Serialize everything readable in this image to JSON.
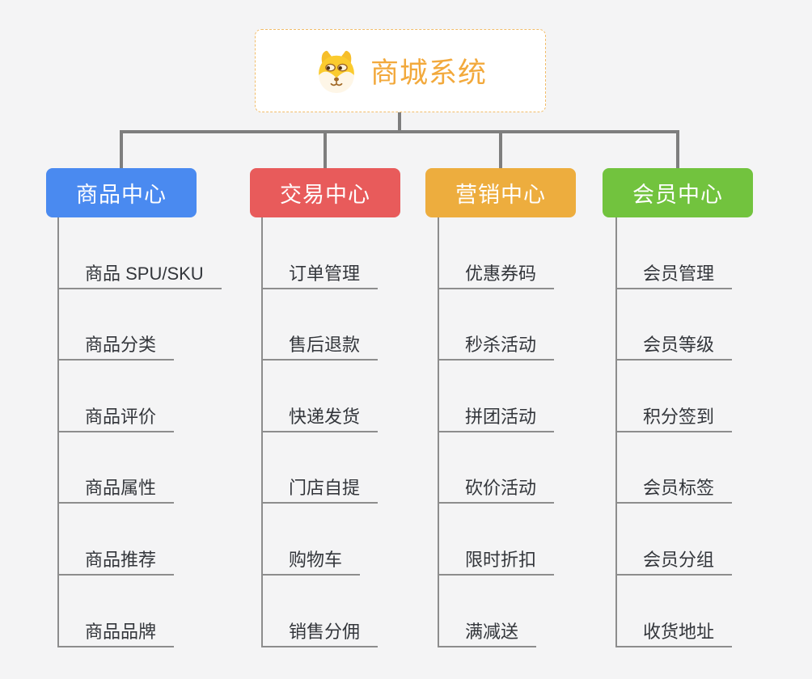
{
  "page": {
    "background_color": "#f4f4f5",
    "connector_color": "#7e7e7e",
    "leaf_line_color": "#8d8d8d"
  },
  "root": {
    "title": "商城系统",
    "icon": "dog-face-icon",
    "text_color": "#f2a93c",
    "border_color": "#f2bd6a"
  },
  "branches": [
    {
      "label": "商品中心",
      "color": "#4a8af0",
      "items": [
        "商品 SPU/SKU",
        "商品分类",
        "商品评价",
        "商品属性",
        "商品推荐",
        "商品品牌"
      ]
    },
    {
      "label": "交易中心",
      "color": "#e85b5b",
      "items": [
        "订单管理",
        "售后退款",
        "快递发货",
        "门店自提",
        "购物车",
        "销售分佣"
      ]
    },
    {
      "label": "营销中心",
      "color": "#edad3e",
      "items": [
        "优惠券码",
        "秒杀活动",
        "拼团活动",
        "砍价活动",
        "限时折扣",
        "满减送"
      ]
    },
    {
      "label": "会员中心",
      "color": "#72c33e",
      "items": [
        "会员管理",
        "会员等级",
        "积分签到",
        "会员标签",
        "会员分组",
        "收货地址"
      ]
    }
  ]
}
